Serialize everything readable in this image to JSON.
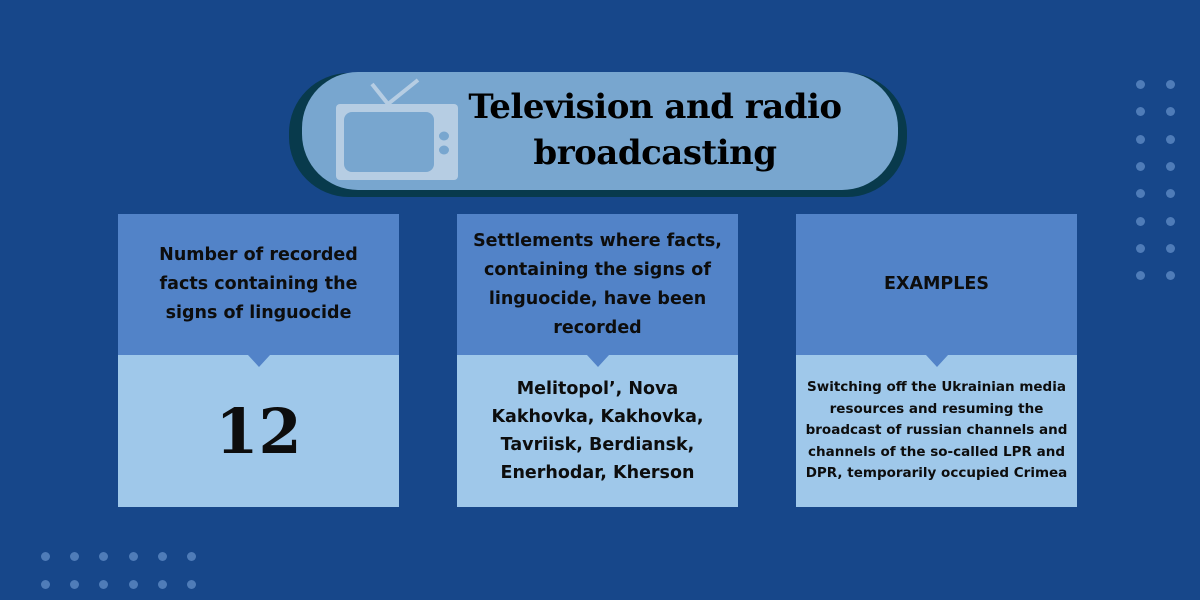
{
  "header": {
    "title": "Television and radio broadcasting",
    "icon": "tv-icon"
  },
  "cards": [
    {
      "heading": "Number of recorded facts containing the signs of linguocide",
      "value": "12"
    },
    {
      "heading": "Settlements where facts, containing the signs of linguocide, have been recorded",
      "value": "Melitopol’, Nova Kakhovka, Kakhovka, Tavriisk, Berdiansk, Enerhodar, Kherson"
    },
    {
      "heading": "EXAMPLES",
      "value": "Switching off the Ukrainian media resources and resuming the broadcast of russian channels and channels of the so-called LPR and DPR, temporarily occupied Crimea"
    }
  ],
  "colors": {
    "background": "#17478a",
    "pill": "#78a6cf",
    "card_top": "#5283c8",
    "card_bottom": "#9fc8ea"
  }
}
